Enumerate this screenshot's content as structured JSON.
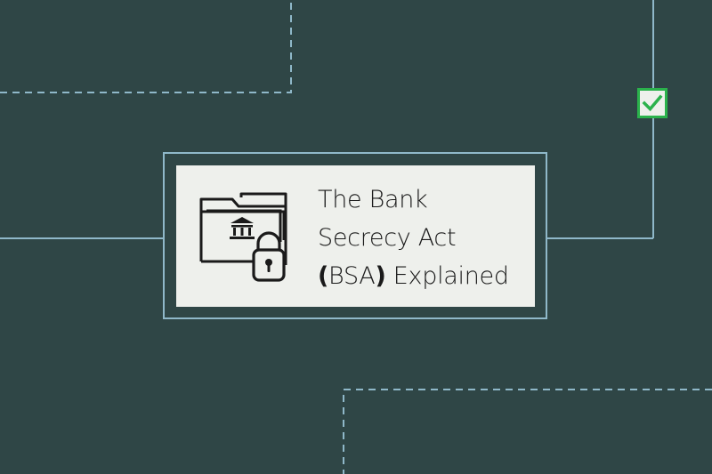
{
  "card": {
    "title_line1": "The Bank",
    "title_line2": "Secrecy Act",
    "title_line3_open": "(",
    "title_line3_abbr": "BSA",
    "title_line3_close": ")",
    "title_line3_rest": " Explained"
  },
  "icons": {
    "main": "folder-bank-lock-icon",
    "badge": "check-icon"
  },
  "colors": {
    "background": "#2f4646",
    "line": "#8fb8c9",
    "card": "#eef0ec",
    "text": "#1a1a1a",
    "check_border": "#2bb24c",
    "check_fill": "#eef0ec"
  }
}
